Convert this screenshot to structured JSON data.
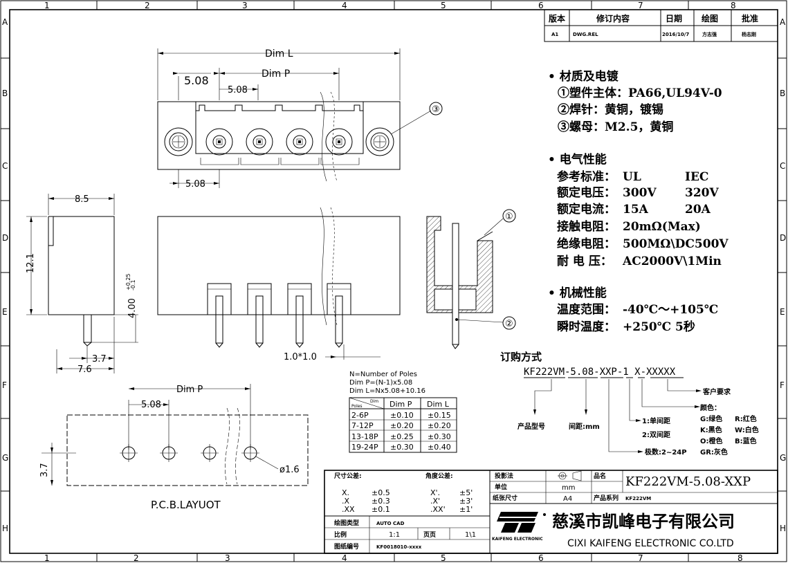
{
  "grid": {
    "cols_top": [
      "1",
      "2",
      "3",
      "4",
      "5",
      "6",
      "7",
      "8"
    ],
    "cols_bottom": [
      "1",
      "2",
      "3",
      "4",
      "5",
      "6",
      "7",
      "8"
    ],
    "rows": [
      "A",
      "B",
      "C",
      "D",
      "E",
      "F",
      "G",
      "H"
    ]
  },
  "revision": {
    "headers": [
      "版本",
      "修订内容",
      "日期",
      "绘图",
      "批准"
    ],
    "row": [
      "A1",
      "DWG.REL",
      "2016/10/7",
      "方志强",
      "杨志刚"
    ]
  },
  "dims": {
    "dim_l": "Dim L",
    "dim_p": "Dim P",
    "p508a": "5.08",
    "p508b": "5.08",
    "p508c": "5.08",
    "w85": "8.5",
    "h121": "12.1",
    "h400": "4.00",
    "tol_up": "+0.25",
    "tol_dn": "-0.1",
    "d37": "3.7",
    "d76": "7.6",
    "pin": "1.0*1.0",
    "callout1": "①",
    "callout2": "②",
    "callout3": "③"
  },
  "materials": {
    "title": "• 材质及电镀",
    "lines": [
      "①塑件主体：PA66,UL94V-0",
      "②焊针：黄铜，镀锡",
      "③螺母：M2.5，黄铜"
    ]
  },
  "electrical": {
    "title": "• 电气性能",
    "rows": [
      {
        "label": "参考标准：",
        "v1": "UL",
        "v2": "IEC"
      },
      {
        "label": "额定电压：",
        "v1": "300V",
        "v2": "320V"
      },
      {
        "label": "额定电流：",
        "v1": "15A",
        "v2": "20A"
      },
      {
        "label": "接触电阻：",
        "v1": "20mΩ(Max)",
        "v2": ""
      },
      {
        "label": "绝缘电阻：",
        "v1": "500MΩ\\DC500V",
        "v2": ""
      },
      {
        "label": "耐 电 压：",
        "v1": "AC2000V\\1Min",
        "v2": ""
      }
    ]
  },
  "mechanical": {
    "title": "• 机械性能",
    "rows": [
      {
        "label": "温度范围：",
        "value": "-40℃～+105℃"
      },
      {
        "label": "瞬时温度：",
        "value": "+250℃ 5秒"
      }
    ]
  },
  "order": {
    "title": "订购方式",
    "code": "KF222VM-5.08-XXP-1 X-XXXXX",
    "customer": "客户要求",
    "color_title": "颜色：",
    "colors": [
      "G:绿色",
      "R:红色",
      "K:黑色",
      "W:白色",
      "O:橙色",
      "B:蓝色",
      "GR:灰色"
    ],
    "product": "产品型号",
    "pitch": "间距:mm",
    "single": "1:单间距",
    "double": "2:双间距",
    "poles": "极数:2~24P"
  },
  "formula": {
    "lines": [
      "N=Number of Poles",
      "Dim P=(N-1)x5.08",
      "Dim L=Nx5.08+10.16"
    ],
    "head_poles": "Poles",
    "head_dim": "Dim",
    "head_p": "Dim P",
    "head_l": "Dim L",
    "rows": [
      [
        "2-6P",
        "±0.10",
        "±0.15"
      ],
      [
        "7-12P",
        "±0.20",
        "±0.20"
      ],
      [
        "13-18P",
        "±0.25",
        "±0.30"
      ],
      [
        "19-24P",
        "±0.30",
        "±0.40"
      ]
    ]
  },
  "pcb": {
    "dim_p": "Dim P",
    "p508": "5.08",
    "d37": "3.7",
    "hole": "ø1.6",
    "label": "P.C.B.LAYUOT"
  },
  "title_block": {
    "tol_title": "尺寸公差:",
    "ang_title": "角度公差:",
    "tol_rows": [
      [
        "X.",
        "±0.5",
        "X'.",
        "±5'"
      ],
      [
        ".X",
        "±0.3",
        ".X'",
        "±3'"
      ],
      [
        ".XX",
        "±0.1",
        ".XX'",
        "±1'"
      ]
    ],
    "projection_label": "投影法",
    "unit_label": "单位",
    "unit_value": "mm",
    "sheet_label": "纸张尺寸",
    "sheet_value": "A4",
    "name_label": "品名",
    "part_name": "KF222VM-5.08-XXP",
    "series_label": "产品系列",
    "series_value": "KF222VM",
    "drawtype_label": "绘图类型",
    "drawtype_value": "AUTO CAD",
    "scale_label": "比例",
    "scale_value": "1:1",
    "page_label": "页页",
    "page_value": "1\\1",
    "drawno_label": "图纸编号",
    "drawno_value": "KF0018010-xxxx",
    "logo": "KF",
    "logo_sub": "KAIFENG ELECTRONIC",
    "company_cn": "慈溪市凯峰电子有限公司",
    "company_en": "CIXI KAIFENG ELECTRONIC CO.LTD"
  }
}
